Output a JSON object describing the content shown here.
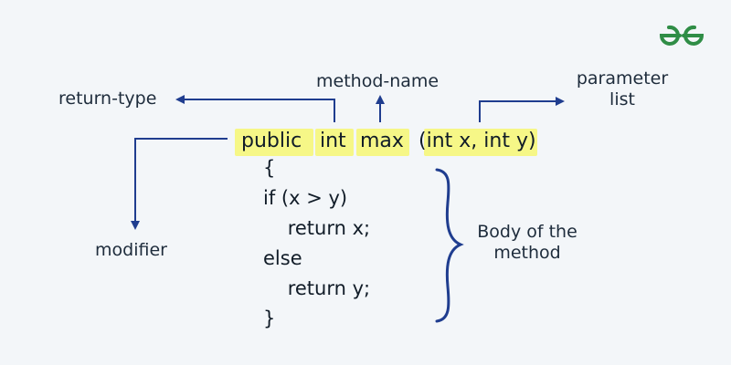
{
  "brand": {
    "logo_name": "geeksforgeeks-logo",
    "color": "#2f8d46"
  },
  "colors": {
    "arrow": "#1f3d8f",
    "highlight": "#f6f787",
    "text": "#1e2c3c",
    "background": "#f3f6f9"
  },
  "labels": {
    "return_type": "return-type",
    "method_name": "method-name",
    "parameter_list_line1": "parameter",
    "parameter_list_line2": "list",
    "modifier": "modifier",
    "body_line1": "Body of the",
    "body_line2": "method"
  },
  "signature": {
    "modifier": "public",
    "return_type": "int",
    "name": "max",
    "params": "(int x, int y)"
  },
  "body": {
    "lines": [
      "{",
      "if (x > y)",
      "    return x;",
      "else",
      "    return y;",
      "}"
    ]
  }
}
